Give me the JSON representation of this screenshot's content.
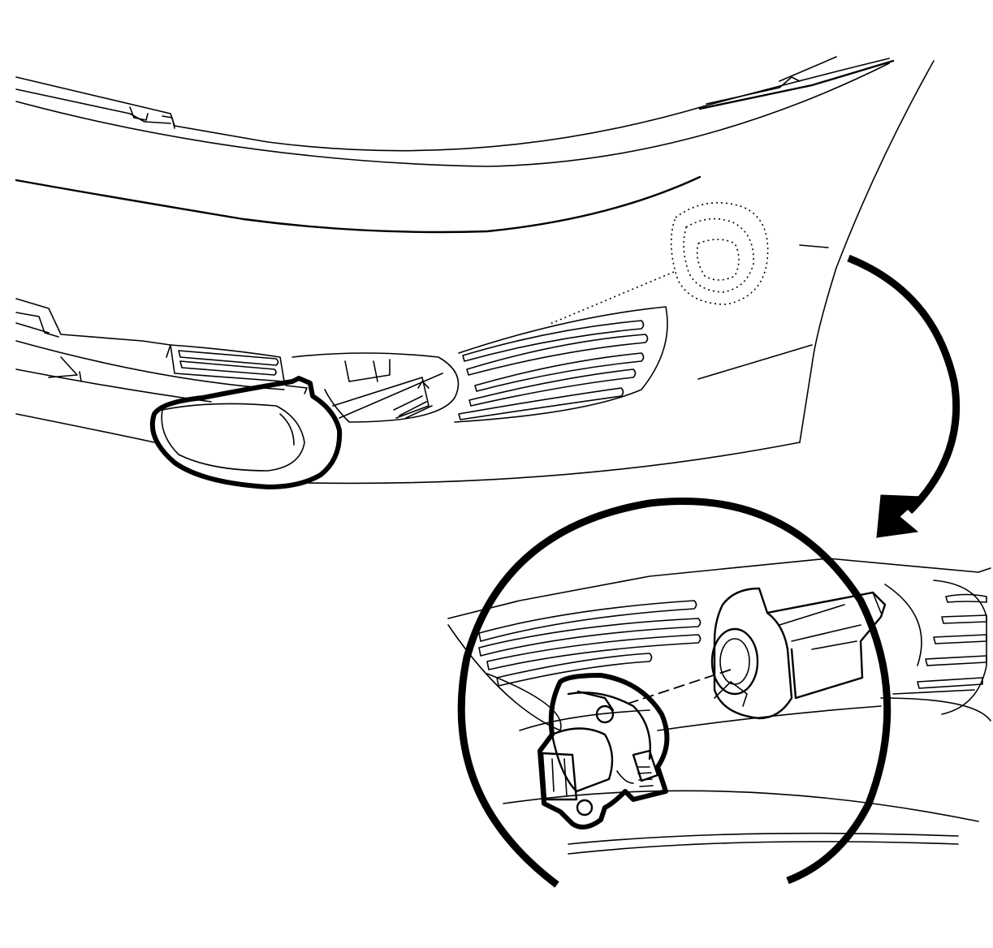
{
  "figure": {
    "type": "service-illustration",
    "style": "black line art on white",
    "labels": [],
    "components": [
      {
        "name": "front-fascia",
        "icon": "bumper-outline"
      },
      {
        "name": "lower-grille-slots",
        "icon": "grille-lines"
      },
      {
        "name": "fog-lamp-assembly",
        "icon": "lamp-outline"
      },
      {
        "name": "viewing-location-marker",
        "icon": "dotted-blob"
      },
      {
        "name": "detail-callout-arrow",
        "icon": "curved-arrow"
      },
      {
        "name": "detail-view-circle",
        "icon": "magnified-circle"
      },
      {
        "name": "bulb-socket",
        "icon": "socket"
      },
      {
        "name": "lamp-housing-rear",
        "icon": "housing"
      }
    ]
  }
}
